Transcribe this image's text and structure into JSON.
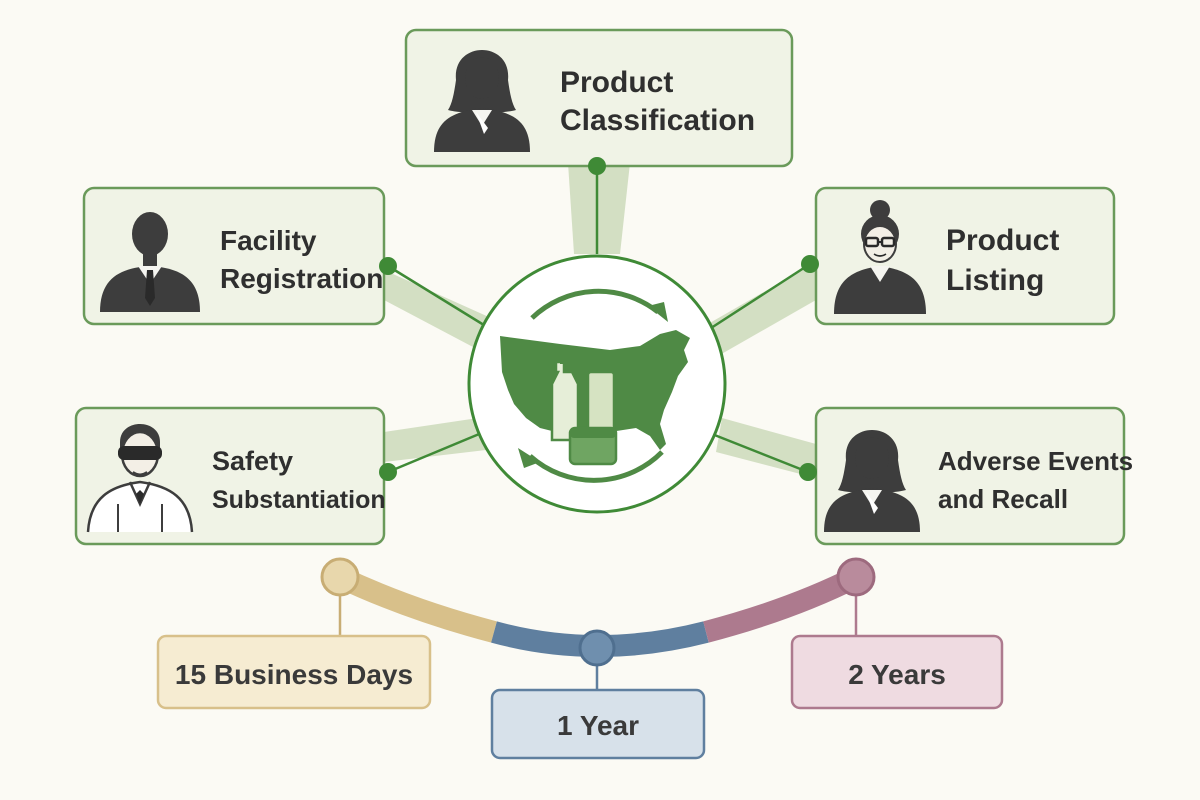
{
  "colors": {
    "background": "#fbfaf4",
    "box_fill": "#f0f3e6",
    "box_border": "#6a9a5a",
    "connector": "#3f8a36",
    "beam": "#c9d8b6",
    "map_green": "#4f8a45",
    "icon_dark": "#3d3d3d",
    "tl_tan": "#d8c08a",
    "tl_tan_fill": "#f6ecd2",
    "tl_blue": "#5f7f9f",
    "tl_blue_fill": "#d7e1ea",
    "tl_mauve": "#ad7a8e",
    "tl_mauve_fill": "#efdbe1"
  },
  "nodes": [
    {
      "id": "product-classification",
      "lines": [
        "Product",
        "Classification"
      ],
      "icon": "businesswoman-icon"
    },
    {
      "id": "facility-registration",
      "lines": [
        "Facility",
        "Registration"
      ],
      "icon": "businessman-icon"
    },
    {
      "id": "product-listing",
      "lines": [
        "Product",
        "Listing"
      ],
      "icon": "woman-with-glasses-icon"
    },
    {
      "id": "safety-substantiation",
      "lines": [
        "Safety",
        "Substantiation"
      ],
      "icon": "scientist-with-goggles-icon"
    },
    {
      "id": "adverse-events-and-recall",
      "lines": [
        "Adverse Events",
        "and Recall"
      ],
      "icon": "businesswoman-icon"
    }
  ],
  "center": {
    "icon": "us-map-with-cosmetic-products-icon"
  },
  "timeline": [
    {
      "id": "fifteen-business-days",
      "label": "15 Business Days",
      "color": "tan"
    },
    {
      "id": "one-year",
      "label": "1 Year",
      "color": "blue"
    },
    {
      "id": "two-years",
      "label": "2 Years",
      "color": "mauve"
    }
  ]
}
